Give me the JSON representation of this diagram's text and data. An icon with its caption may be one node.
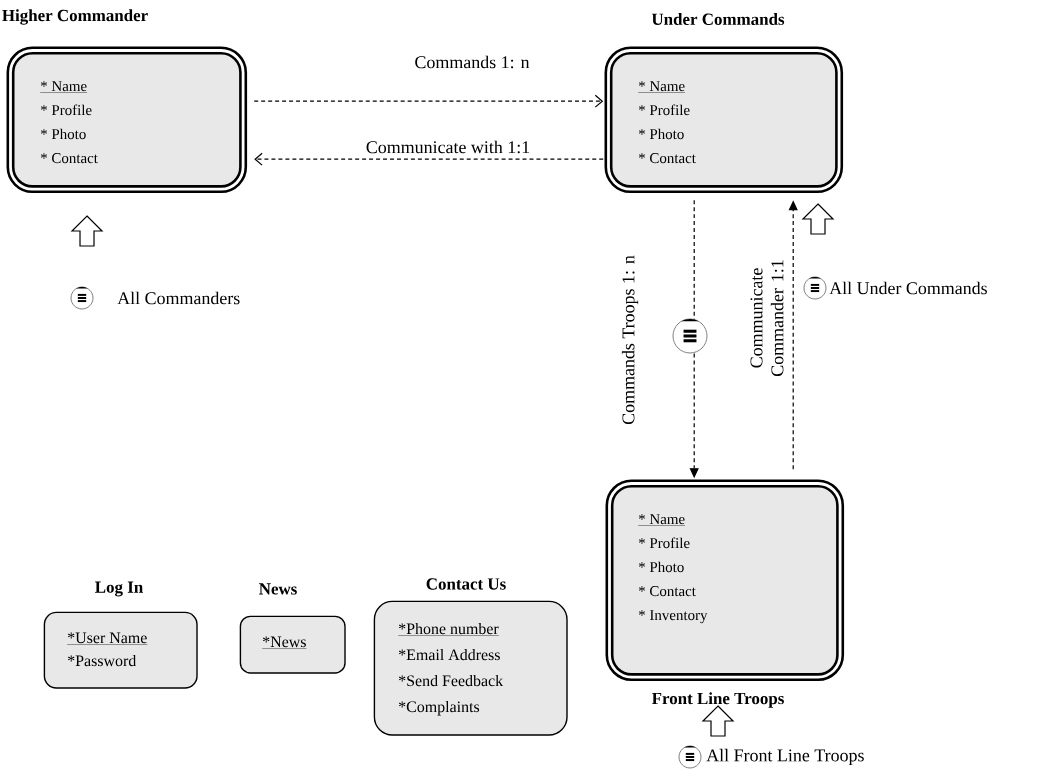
{
  "diagram": {
    "nodes": [
      {
        "text": [
          "Higher Commander",
          "* Name",
          "* Profile",
          "* Photo",
          "* Contact"
        ]
      },
      {
        "text": [
          "Under Commands",
          "* Name",
          "* Profile",
          "* Photo",
          "* Contact"
        ]
      },
      {
        "text": [
          "Front Line Troops",
          "* Name",
          "* Profile",
          "* Photo",
          "* Contact",
          "* Inventory"
        ]
      },
      {
        "text": [
          "Log In",
          "*User Name",
          "*Password"
        ]
      },
      {
        "text": [
          "News",
          "*News"
        ]
      },
      {
        "text": [
          "Contact Us",
          "*Phone number",
          "*Email Address",
          "*Send Feedback",
          "*Complaints"
        ]
      }
    ],
    "edges": [
      {
        "from": 0,
        "to": 1,
        "arrow": "to",
        "style": "dashed",
        "label": "Commands 1: n"
      },
      {
        "from": 1,
        "to": 0,
        "arrow": "to",
        "style": "dashed",
        "label": "Communicate with 1:1"
      },
      {
        "from": 1,
        "to": 2,
        "arrow": "to",
        "style": "dashed",
        "label": "Commands Troops 1: n"
      },
      {
        "from": 2,
        "to": 1,
        "arrow": "to",
        "style": "dashed",
        "label": "Communicate Commander 1:1"
      }
    ],
    "labels": [
      "All Commanders",
      "All Under Commands",
      "All Front Line Troops"
    ]
  }
}
